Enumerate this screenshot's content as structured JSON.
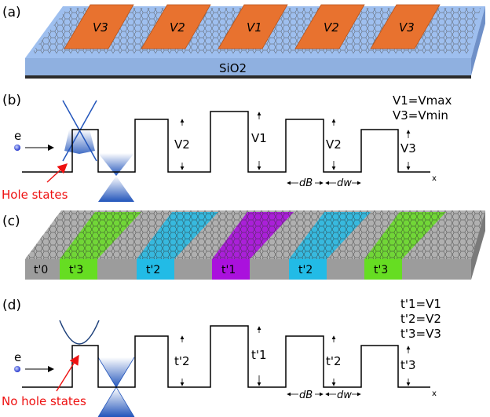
{
  "panels": {
    "a": {
      "label": "(a)",
      "gate_labels": [
        "V3",
        "V2",
        "V1",
        "V2",
        "V3"
      ],
      "substrate_label": "SiO2"
    },
    "b": {
      "label": "(b)",
      "electron": "e",
      "hole_states_label": "Hole states",
      "eq1": "V1=Vmax",
      "eq2": "V3=Vmin",
      "heights": [
        "V2",
        "V1",
        "V2",
        "V3"
      ],
      "dB": "dB",
      "dW": "dw",
      "x_axis": "x"
    },
    "c": {
      "label": "(c)",
      "region_labels": [
        "t'0",
        "t'3",
        "t'2",
        "t'1",
        "t'2",
        "t'3"
      ]
    },
    "d": {
      "label": "(d)",
      "electron": "e",
      "no_hole_states_label": "No hole states",
      "eq1": "t'1=V1",
      "eq2": "t'2=V2",
      "eq3": "t'3=V3",
      "heights": [
        "t'2",
        "t'1",
        "t'2",
        "t'3"
      ],
      "dB": "dB",
      "dW": "dw",
      "x_axis": "x"
    }
  },
  "colors": {
    "gate_orange": "#e8722f",
    "substrate_blue": "#8fb0e0",
    "substrate_dark": "#2b2b2b",
    "graphene_grey": "#a8a8a8",
    "region_green": "#66dd22",
    "region_cyan": "#22bbe6",
    "region_purple": "#aa11dd",
    "arrow_red": "#ee1111",
    "cone_blue": "#2255bb"
  }
}
